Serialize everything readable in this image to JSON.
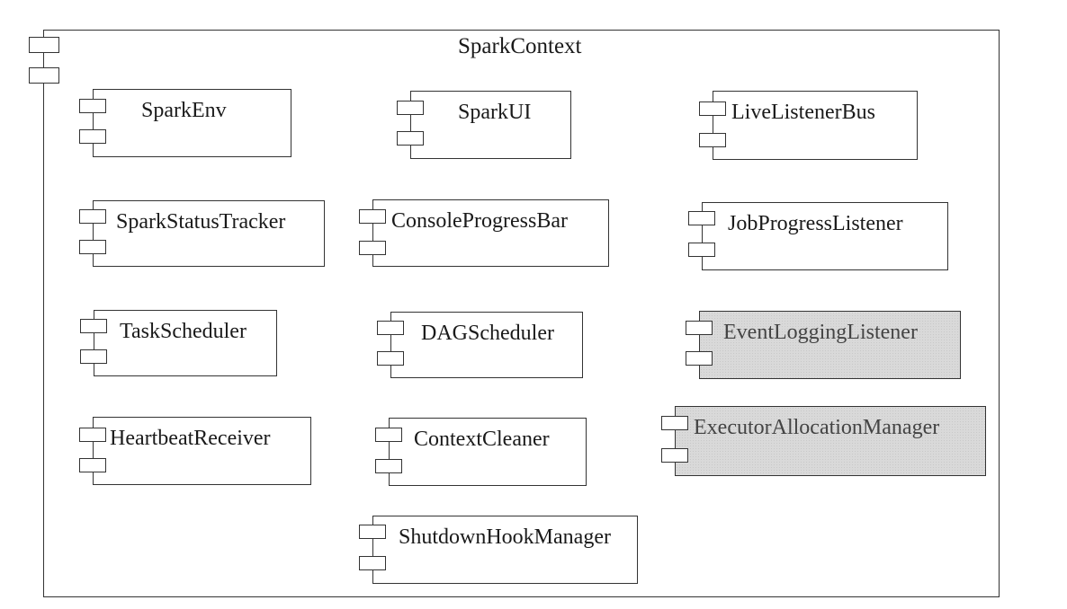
{
  "diagram": {
    "container_label": "SparkContext",
    "components": [
      {
        "id": "spark-env",
        "label": "SparkEnv",
        "shaded": false
      },
      {
        "id": "spark-ui",
        "label": "SparkUI",
        "shaded": false
      },
      {
        "id": "live-listener-bus",
        "label": "LiveListenerBus",
        "shaded": false
      },
      {
        "id": "spark-status-tracker",
        "label": "SparkStatusTracker",
        "shaded": false
      },
      {
        "id": "console-progress-bar",
        "label": "ConsoleProgressBar",
        "shaded": false
      },
      {
        "id": "job-progress-listener",
        "label": "JobProgressListener",
        "shaded": false
      },
      {
        "id": "task-scheduler",
        "label": "TaskScheduler",
        "shaded": false
      },
      {
        "id": "dag-scheduler",
        "label": "DAGScheduler",
        "shaded": false
      },
      {
        "id": "event-logging-listener",
        "label": "EventLoggingListener",
        "shaded": true
      },
      {
        "id": "heartbeat-receiver",
        "label": "HeartbeatReceiver",
        "shaded": false
      },
      {
        "id": "context-cleaner",
        "label": "ContextCleaner",
        "shaded": false
      },
      {
        "id": "executor-allocation-manager",
        "label": "ExecutorAllocationManager",
        "shaded": true
      },
      {
        "id": "shutdown-hook-manager",
        "label": "ShutdownHookManager",
        "shaded": false
      }
    ]
  }
}
